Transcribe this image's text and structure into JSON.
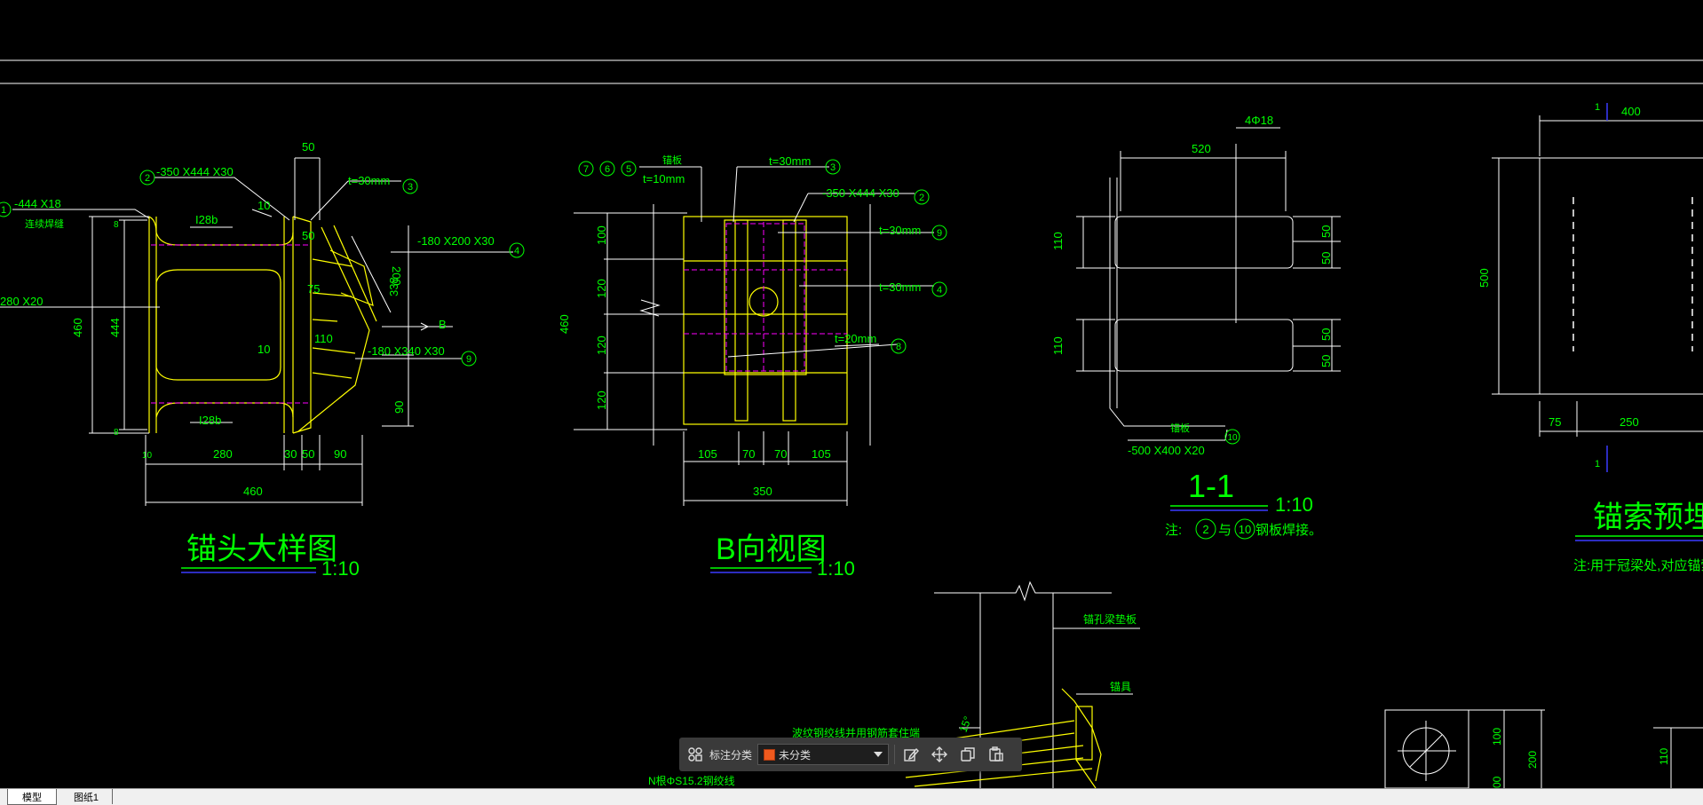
{
  "drawing": {
    "left_view": {
      "title": "锚头大样图",
      "scale": "1:10",
      "labels": {
        "plate1": "-444 X18",
        "plate1_note": "连续焊缝",
        "plate2": "-350 X444 X30",
        "t30": "t=30mm",
        "plate4": "-180 X200 X30",
        "plate9": "-180 X340 X30",
        "i28b_top": "I28b",
        "i28b_bot": "I28b",
        "left_cut": "280 X20",
        "b_arrow": "B"
      },
      "dims": {
        "d50_top": "50",
        "d10_a": "10",
        "d50_b": "50",
        "d75": "75",
        "d110": "110",
        "d10_b": "10",
        "d200": "200",
        "d338": "338",
        "d90_v": "90",
        "d460_v": "460",
        "d444_v": "444",
        "d8_top": "8",
        "d8_bot": "8",
        "d10_h": "10",
        "d280": "280",
        "d30": "30",
        "d50_h": "50",
        "d90_h": "90",
        "d460_h": "460"
      },
      "markers": {
        "m1": "1",
        "m2": "2",
        "m3": "3",
        "m4": "4",
        "m9": "9"
      }
    },
    "b_view": {
      "title": "B向视图",
      "scale": "1:10",
      "labels": {
        "top_note": "锚板",
        "t10": "t=10mm",
        "t30_top": "t=30mm",
        "plate2": "-350 X444 X30",
        "t30_9": "t=30mm",
        "t30_4": "t=30mm",
        "t20": "t=20mm"
      },
      "dims": {
        "d100": "100",
        "d120a": "120",
        "d120b": "120",
        "d120c": "120",
        "d460": "460",
        "d105a": "105",
        "d70a": "70",
        "d70b": "70",
        "d105b": "105",
        "d350": "350"
      },
      "markers": {
        "m7": "7",
        "m6": "6",
        "m5": "5",
        "m3": "3",
        "m2": "2",
        "m9": "9",
        "m4": "4",
        "m8": "8"
      }
    },
    "section_11": {
      "title": "1-1",
      "scale": "1:10",
      "note_prefix": "注:",
      "note_m1": "2",
      "note_mid": "与",
      "note_m2": "10",
      "note_suffix": "钢板焊接。",
      "labels": {
        "rebar": "4Φ18",
        "plate": "锚板",
        "plate_dim": "-500 X400 X20"
      },
      "dims": {
        "d520": "520",
        "d110a": "110",
        "d110b": "110",
        "d50a": "50",
        "d50b": "50",
        "d50c": "50",
        "d50d": "50"
      },
      "markers": {
        "m10": "10"
      }
    },
    "right_view": {
      "title": "锚索预埋件",
      "note": "注:用于冠梁处,对应锚索位置",
      "dims": {
        "d400": "400",
        "d500": "500",
        "d75": "75",
        "d250": "250",
        "d1a": "1",
        "d1b": "1"
      }
    },
    "bottom_detail": {
      "labels": {
        "steel_plate": "锚孔梁垫板",
        "anchor": "锚具",
        "strand_note": "波纹钢绞线并用钢筋套住端",
        "strand": "N根ΦS15.2钢绞线",
        "angle": "15°",
        "d100": "100",
        "d200": "200",
        "d110": "110",
        "d00": "00"
      }
    }
  },
  "toolbar": {
    "category_label": "标注分类",
    "category_value": "未分类",
    "category_color": "#f05a1e"
  },
  "tabs": [
    "模型",
    "图纸1"
  ],
  "colors": {
    "background": "#000000",
    "green": "#00ff00",
    "yellow": "#ffff00",
    "white": "#ffffff",
    "magenta": "#ff00ff"
  }
}
